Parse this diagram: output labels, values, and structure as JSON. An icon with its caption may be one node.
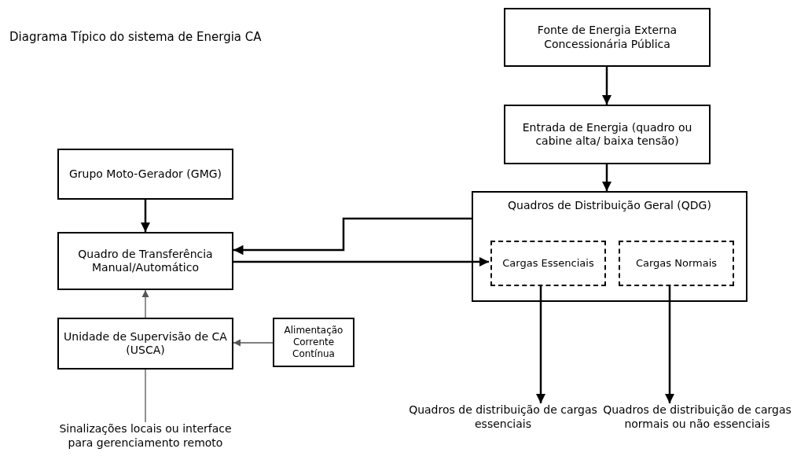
{
  "diagram": {
    "title": "Diagrama Típico do sistema de Energia CA",
    "nodes": [
      {
        "text": [
          "Fonte de Energia Externa Concessionária Pública"
        ]
      },
      {
        "text": [
          "Entrada de Energia (quadro ou cabine alta/ baixa tensão)"
        ]
      },
      {
        "text": [
          "Quadros de Distribuição Geral (QDG)"
        ]
      },
      {
        "text": [
          "Cargas Essenciais"
        ],
        "in": 2
      },
      {
        "text": [
          "Cargas Normais"
        ],
        "in": 2
      },
      {
        "text": [
          "Grupo Moto-Gerador (GMG)"
        ]
      },
      {
        "text": [
          "Quadro de Transferência Manual/Automático"
        ]
      },
      {
        "text": [
          "Unidade de Supervisão de CA (USCA)"
        ]
      },
      {
        "text": [
          "Alimentação Corrente Contínua"
        ]
      },
      {
        "text": [
          "Sinalizações locais ou interface para gerenciamento remoto"
        ]
      },
      {
        "text": [
          "Quadros de distribuição de cargas essenciais"
        ]
      },
      {
        "text": [
          "Quadros de distribuição de cargas normais ou não essenciais"
        ]
      }
    ],
    "edges": [
      {
        "from": 0,
        "to": 1,
        "arrow": "to"
      },
      {
        "from": 1,
        "to": 2,
        "arrow": "to"
      },
      {
        "from": 5,
        "to": 6,
        "arrow": "to"
      },
      {
        "from": 2,
        "to": 6,
        "arrow": "to"
      },
      {
        "from": 6,
        "to": 3,
        "arrow": "to"
      },
      {
        "from": 7,
        "to": 6,
        "arrow": "to",
        "color": "#555555"
      },
      {
        "from": 8,
        "to": 7,
        "arrow": "to",
        "color": "#555555"
      },
      {
        "from": 7,
        "to": 9,
        "arrow": "none",
        "color": "#555555"
      },
      {
        "from": 3,
        "to": 10,
        "arrow": "to"
      },
      {
        "from": 4,
        "to": 11,
        "arrow": "to"
      }
    ]
  }
}
